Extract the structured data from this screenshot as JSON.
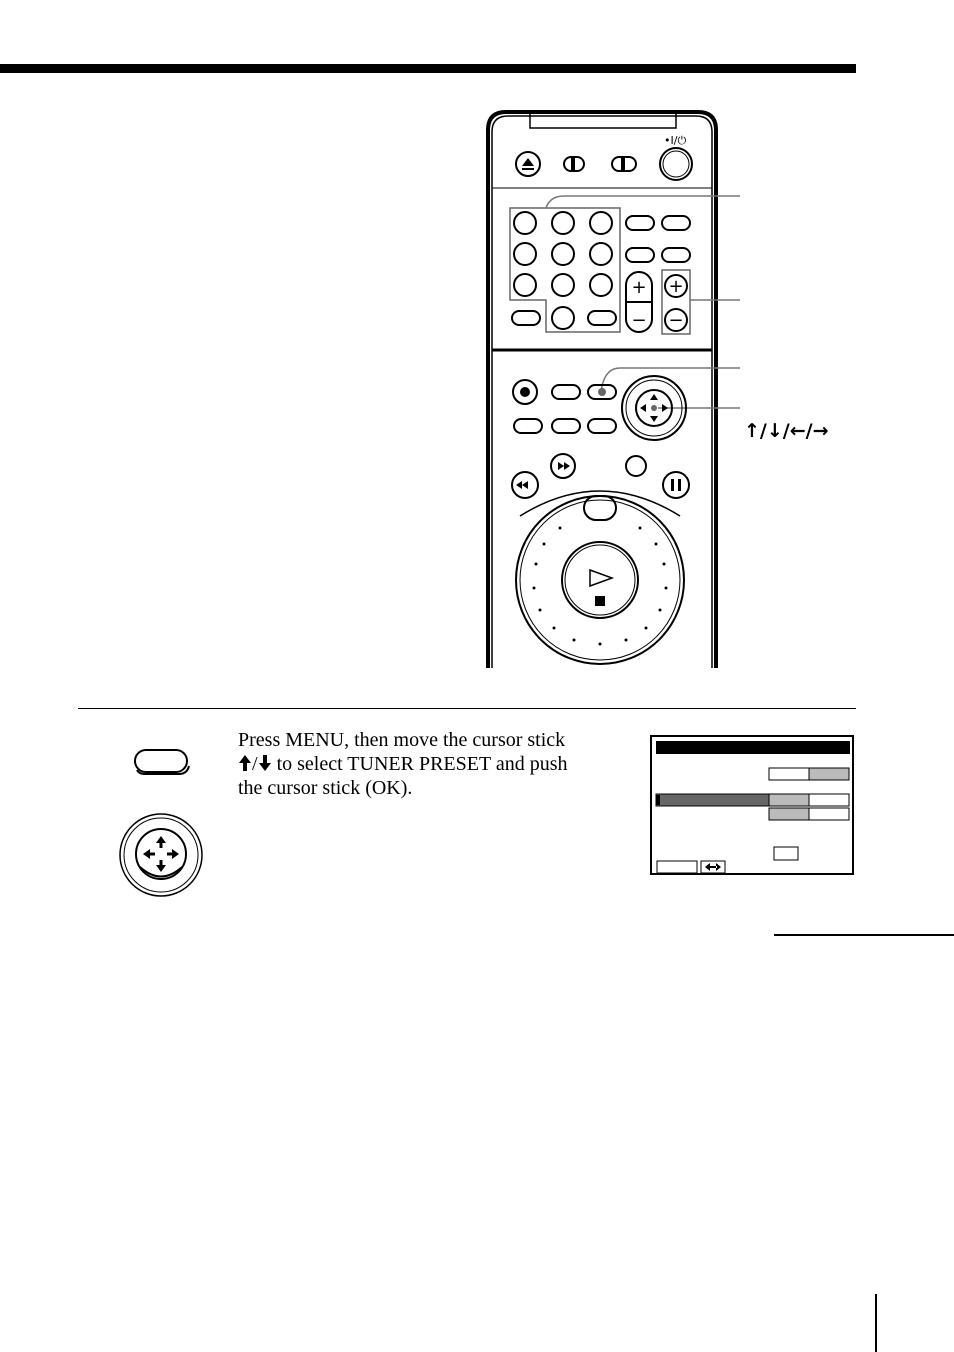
{
  "page": {
    "callouts": {
      "cursor_arrows_label": "↑/↓/←/→"
    }
  },
  "step": {
    "line1": "Press MENU, then move the cursor stick",
    "line2_suffix": " to select TUNER PRESET and push",
    "line3": "the cursor stick (OK).",
    "arrow_up_icon": "arrow-up-icon",
    "arrow_down_icon": "arrow-down-icon"
  },
  "icons": {
    "menu_button": "menu-button-icon",
    "cursor_stick": "cursor-stick-icon"
  }
}
